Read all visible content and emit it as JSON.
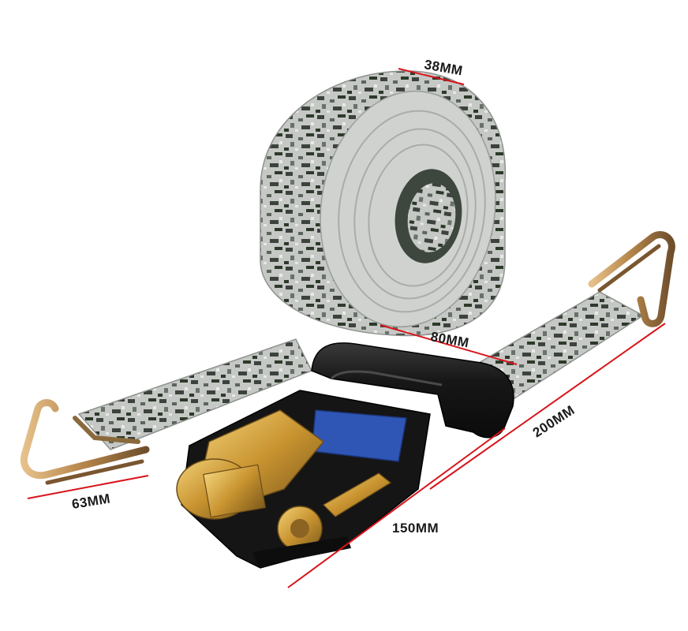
{
  "dimensions": {
    "width_label": "38MM",
    "handle_label": "80MM",
    "length_label": "200MM",
    "hook_label": "63MM",
    "ratchet_label": "150MM"
  },
  "colors": {
    "dimension_line": "#d8141b",
    "webbing_light": "#c9ccc9",
    "webbing_dark": "#3c433c",
    "camo_green": "#2d3a2a",
    "hook_metal": "#b98a52",
    "handle_rubber": "#161616",
    "ratchet_gold": "#d7a73c",
    "spool_blue": "#2f56b5",
    "background": "#ffffff"
  },
  "icons": [
    "webbing-roll",
    "ratchet-buckle",
    "j-hook",
    "dimension-line"
  ]
}
